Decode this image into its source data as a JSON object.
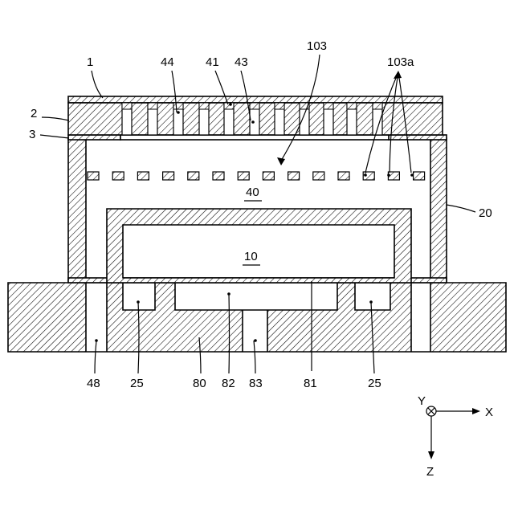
{
  "labels": {
    "l1": "1",
    "l2": "2",
    "l3": "3",
    "l44": "44",
    "l41": "41",
    "l43": "43",
    "l103": "103",
    "l103a": "103a",
    "l40": "40",
    "l20": "20",
    "l10": "10",
    "l48": "48",
    "l25a": "25",
    "l80": "80",
    "l82": "82",
    "l83": "83",
    "l81": "81",
    "l25b": "25"
  },
  "axes": {
    "y": "Y",
    "x": "X",
    "z": "Z"
  }
}
